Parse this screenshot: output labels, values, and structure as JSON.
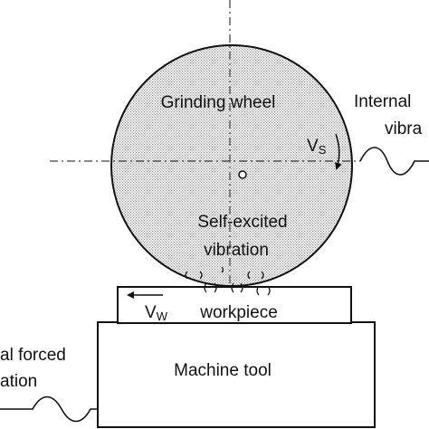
{
  "labels": {
    "grinding_wheel": "Grinding wheel",
    "internal_line1": "Internal",
    "internal_line2": "vibra",
    "vs_main": "V",
    "vs_sub": "S",
    "self_excited_line1": "Self-excited",
    "self_excited_line2": "vibration",
    "vw_main": "V",
    "vw_sub": "W",
    "workpiece": "workpiece",
    "machine_tool": "Machine tool",
    "external_line1": "al forced",
    "external_line2": "ation"
  },
  "colors": {
    "stroke": "#111111",
    "wheel_dots": "#8a8a8a",
    "background": "#ffffff"
  }
}
